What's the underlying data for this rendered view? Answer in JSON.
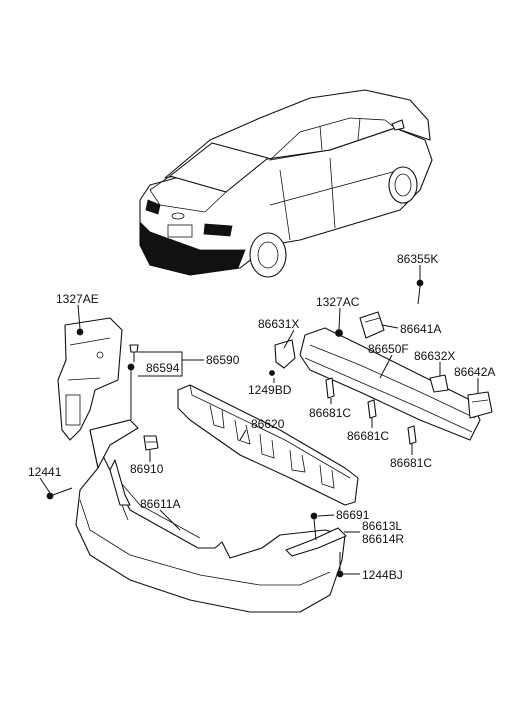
{
  "diagram": {
    "labels": {
      "p86355K": "86355K",
      "p1327AE": "1327AE",
      "p1327AC": "1327AC",
      "p86641A": "86641A",
      "p86631X": "86631X",
      "p86590": "86590",
      "p86594": "86594",
      "p86650F": "86650F",
      "p86632X": "86632X",
      "p86642A": "86642A",
      "p1249BD": "1249BD",
      "p86681C_1": "86681C",
      "p86620": "86620",
      "p86681C_2": "86681C",
      "p86681C_3": "86681C",
      "p12441": "12441",
      "p86910": "86910",
      "p86611A": "86611A",
      "p86691": "86691",
      "p86613L": "86613L",
      "p86614R": "86614R",
      "p1244BJ": "1244BJ"
    }
  }
}
